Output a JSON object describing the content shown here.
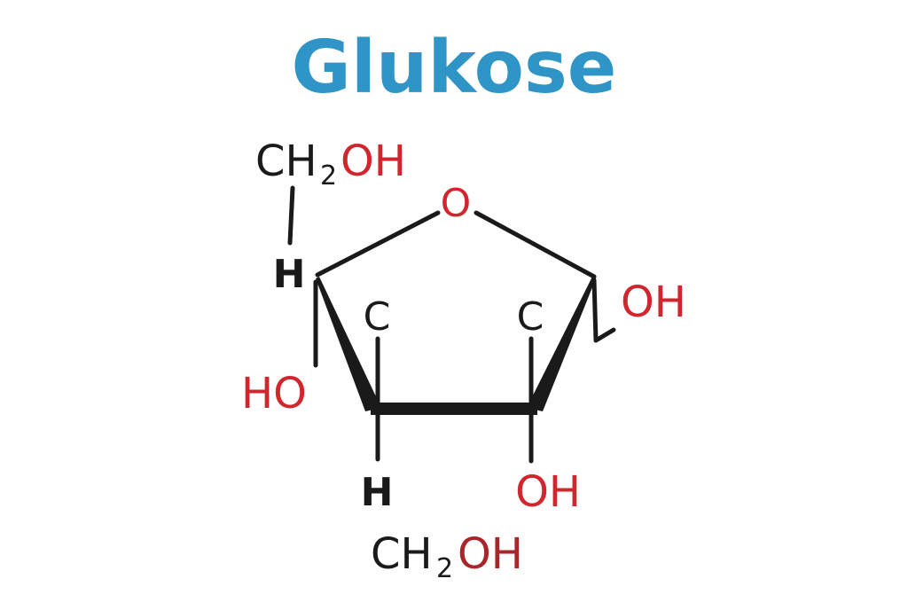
{
  "title": "Glukose",
  "colors": {
    "title": "#2f95c6",
    "bond": "#1a1a1a",
    "oxygen": "#d0272f",
    "oxygen_dark": "#a8262a",
    "carbon_text": "#1a1a1a"
  },
  "labels": {
    "top_ch2": "CH",
    "top_sub": "2",
    "top_oh": "OH",
    "ring_o": "O",
    "left_h": "H",
    "c_left": "C",
    "c_right": "C",
    "right_oh": "OH",
    "left_ho": "HO",
    "bottom_h": "H",
    "bottom_oh": "OH",
    "bottom_ch2": "CH",
    "bottom_sub": "2",
    "bottom_oh2": "OH"
  }
}
